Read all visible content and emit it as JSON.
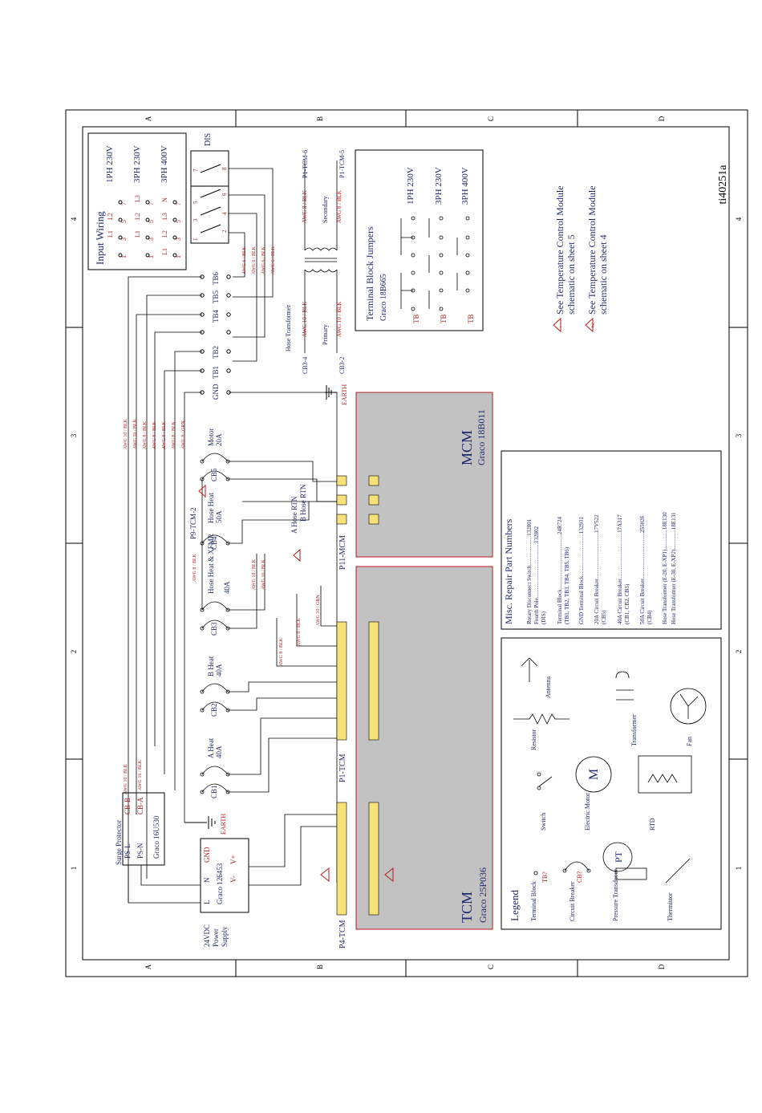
{
  "frame": {
    "col_letters": [
      "A",
      "B",
      "C",
      "D"
    ],
    "row_numbers": [
      "1",
      "2",
      "3",
      "4"
    ],
    "drawing_id": "ti40251a"
  },
  "input_wiring": {
    "title": "Input Wiring",
    "rows": [
      {
        "label": "1PH 230V",
        "terminals": [
          "L1",
          "L2"
        ],
        "nums": [
          "1",
          "3",
          "5",
          "7"
        ]
      },
      {
        "label": "3PH 230V",
        "terminals": [
          "L1",
          "L2",
          "L3"
        ],
        "nums": [
          "1",
          "3",
          "5",
          "7"
        ]
      },
      {
        "label": "3PH 400V",
        "terminals": [
          "L1",
          "L2",
          "L3",
          "N"
        ],
        "nums": [
          "1",
          "3",
          "5",
          "7"
        ]
      }
    ]
  },
  "disconnect": {
    "label": "DIS",
    "pins": [
      "1",
      "2",
      "3",
      "4",
      "5",
      "6",
      "7",
      "8"
    ]
  },
  "wires": {
    "awg6": "AWG 6 / BLK",
    "awg10": "AWG 10 / BLK",
    "awg8": "AWG 8 / BLK",
    "awg8grn": "AWG 8 / GRN",
    "awg10grn": "AWG 10 / GRN",
    "awg16": "AWG 16 / BLK"
  },
  "terminal_blocks": [
    "TB6",
    "TB5",
    "TB4",
    "TB2",
    "TB1",
    "GND"
  ],
  "transformer": {
    "title": "Hose Transformer",
    "primary": "Primary",
    "secondary": "Secondary",
    "cb3_4": "CB3-4",
    "cb3_2": "CB3-2",
    "p1_tcm6": "P1-TCM-6",
    "p1_tcm5": "P1-TCM-5",
    "earth": "EARTH"
  },
  "jumpers": {
    "title": "Terminal Block Jumpers",
    "part": "Graco 18B665",
    "rows": [
      "1PH 230V",
      "3PH 230V",
      "3PH 400V"
    ],
    "tb": "TB"
  },
  "notes": [
    {
      "num": "1",
      "text1": "See Temperature Control Module",
      "text2": "schematic on sheet 5"
    },
    {
      "num": "2",
      "text1": "See Temperature Control Module",
      "text2": "schematic on sheet 4"
    }
  ],
  "breakers": [
    {
      "id": "CB5",
      "name": "Motor",
      "amps": "20A"
    },
    {
      "id": "CB4",
      "name": "Hose Heat",
      "amps": "50A"
    },
    {
      "id": "CB3",
      "name": "Hose Heat & XFMR",
      "amps": "40A"
    },
    {
      "id": "CB2",
      "name": "B Heat",
      "amps": "40A"
    },
    {
      "id": "CB1",
      "name": "A Heat",
      "amps": "40A"
    }
  ],
  "labels": {
    "p9_tcm2": "P9-TCM-2",
    "a_hose_rtn": "A Hose RTN",
    "b_hose_rtn": "B Hose RTN",
    "p11_mcm": "P11-MCM",
    "p1_tcm": "P1-TCM",
    "p4_tcm": "P4-TCM",
    "earth": "EARTH"
  },
  "mcm": {
    "name": "MCM",
    "part": "Graco 18B011"
  },
  "tcm": {
    "name": "TCM",
    "part": "Graco 25P036"
  },
  "surge": {
    "title": "Surge Protector",
    "ps_l": "PS-L",
    "ps_n": "PS-N",
    "cb_b": "CB-B",
    "cb_a": "CB-A",
    "part": "Graco 16U530"
  },
  "psu": {
    "title1": "24VDC",
    "title2": "Power",
    "title3": "Supply",
    "l": "L",
    "n": "N",
    "gnd": "GND",
    "vminus": "V-",
    "vplus": "V+",
    "part": "Graco 126453"
  },
  "parts": {
    "title": "Misc. Repair Part Numbers",
    "lines": [
      "Rotary Disconnect Switch.....................132801",
      "Fourth Pole.......................................132802",
      "(DIS)",
      "Terminal Block.......................................24R724",
      "(TB1, TB2, TB3, TB4, TB5, TB6)",
      "GND Terminal Block..............................132931",
      "20A Circuit Breaker.................................17V522",
      "(CB5)",
      "40A Circuit Breaker.................................17A317",
      "(CB1, CB2, CB3)",
      "50A Circuit Breaker.................................255026",
      "(CB4)",
      "Hose Transformer (E-20, E-XP1)..............18E130",
      "Hose Transformer (E-30, E-XP2)..............18E131"
    ]
  },
  "legend": {
    "title": "Legend",
    "terminal_block": "Terminal Block",
    "tb": "TB?",
    "circuit_breaker": "Circuit Breaker",
    "cb": "CB?",
    "pressure_transducer": "Pressure Transducer",
    "pt": "PT",
    "thermistor": "Thermistor",
    "switch": "Switch",
    "electric_motor": "Electric Motor",
    "m": "M",
    "rtd": "RTD",
    "resistor": "Resistor",
    "antenna": "Antenna",
    "transformer": "Transformer",
    "fan": "Fan"
  }
}
